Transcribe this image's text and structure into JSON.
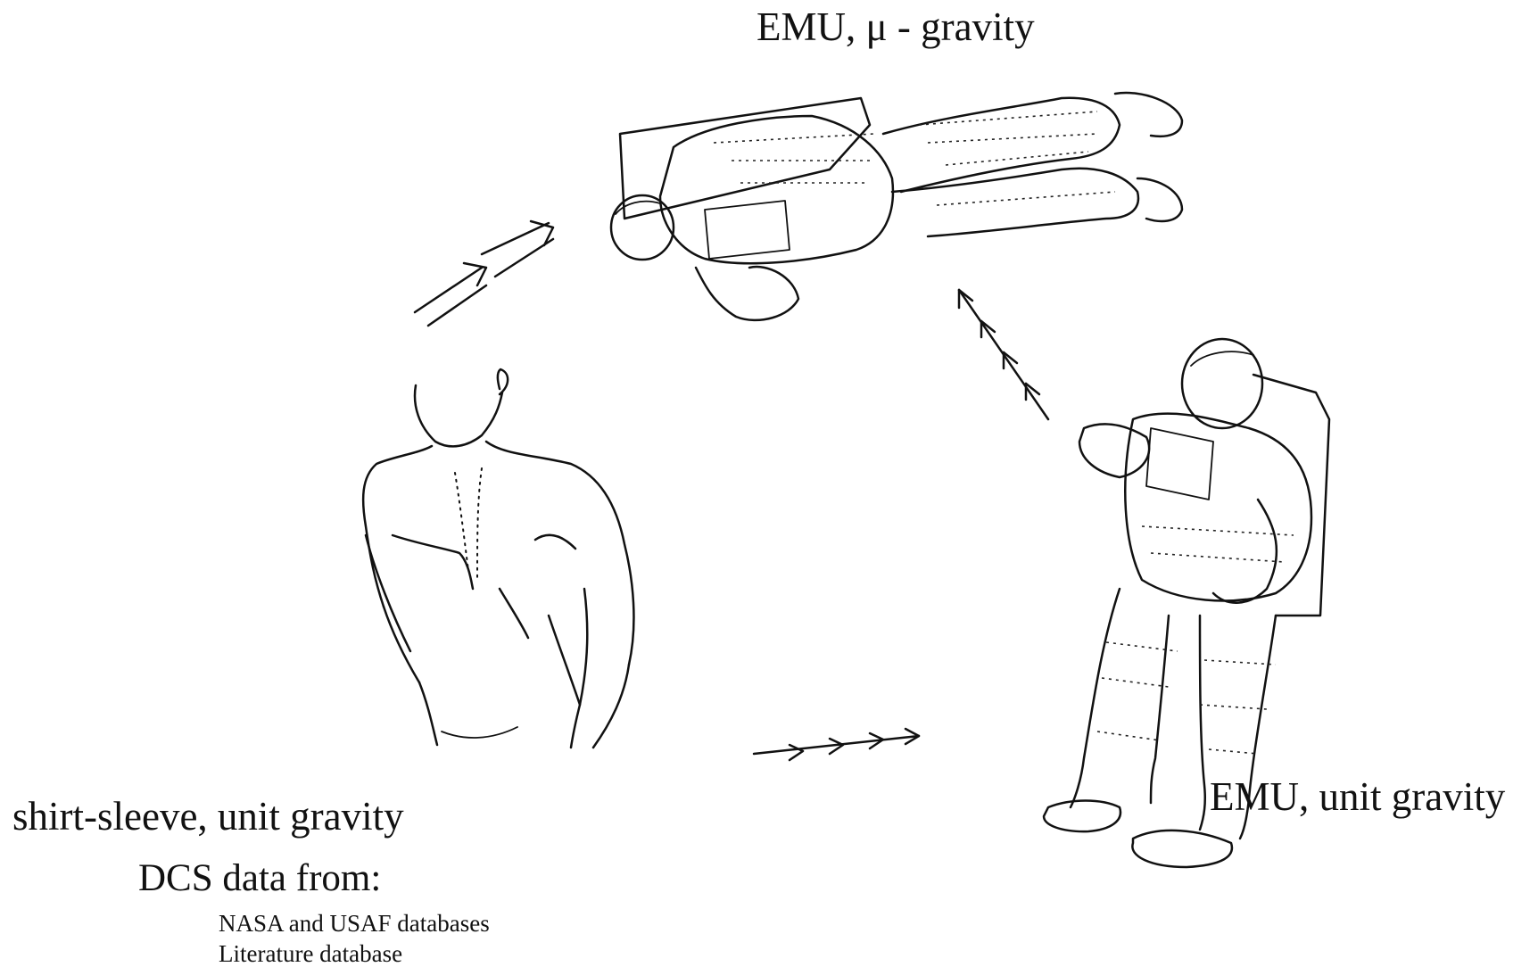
{
  "labels": {
    "emu_micro_gravity": "EMU, μ - gravity",
    "emu_unit_gravity": "EMU, unit gravity",
    "shirt_sleeve": "shirt-sleeve, unit gravity"
  },
  "dcs": {
    "heading": "DCS data from:",
    "sources": [
      "NASA and USAF databases",
      "Literature database"
    ]
  }
}
